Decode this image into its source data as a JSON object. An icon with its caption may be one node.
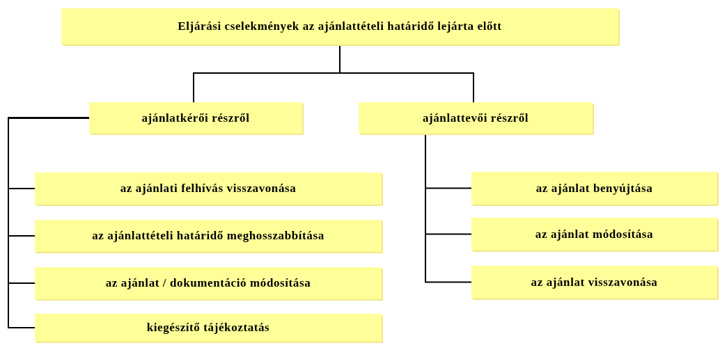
{
  "diagram": {
    "nodes": [
      {
        "text": [
          "Eljárási cselekmények az ajánlattételi határidő lejárta előtt"
        ]
      },
      {
        "text": [
          "ajánlatkérői részről"
        ]
      },
      {
        "text": [
          "ajánlattevői részről"
        ]
      },
      {
        "text": [
          "az ajánlati felhívás visszavonása"
        ]
      },
      {
        "text": [
          "az ajánlattételi határidő meghosszabbítása"
        ]
      },
      {
        "text": [
          "az ajánlat / dokumentáció módosítása"
        ]
      },
      {
        "text": [
          "kiegészítő tájékoztatás"
        ]
      },
      {
        "text": [
          "az ajánlat benyújtása"
        ]
      },
      {
        "text": [
          "az ajánlat módosítása"
        ]
      },
      {
        "text": [
          "az ajánlat visszavonása"
        ]
      }
    ],
    "edges": [
      {
        "from": 0,
        "to": 1,
        "arrow": "none"
      },
      {
        "from": 0,
        "to": 2,
        "arrow": "none"
      },
      {
        "from": 1,
        "to": 3,
        "arrow": "none"
      },
      {
        "from": 1,
        "to": 4,
        "arrow": "none"
      },
      {
        "from": 1,
        "to": 5,
        "arrow": "none"
      },
      {
        "from": 1,
        "to": 6,
        "arrow": "none"
      },
      {
        "from": 2,
        "to": 7,
        "arrow": "none"
      },
      {
        "from": 2,
        "to": 8,
        "arrow": "none"
      },
      {
        "from": 2,
        "to": 9,
        "arrow": "none"
      }
    ]
  }
}
